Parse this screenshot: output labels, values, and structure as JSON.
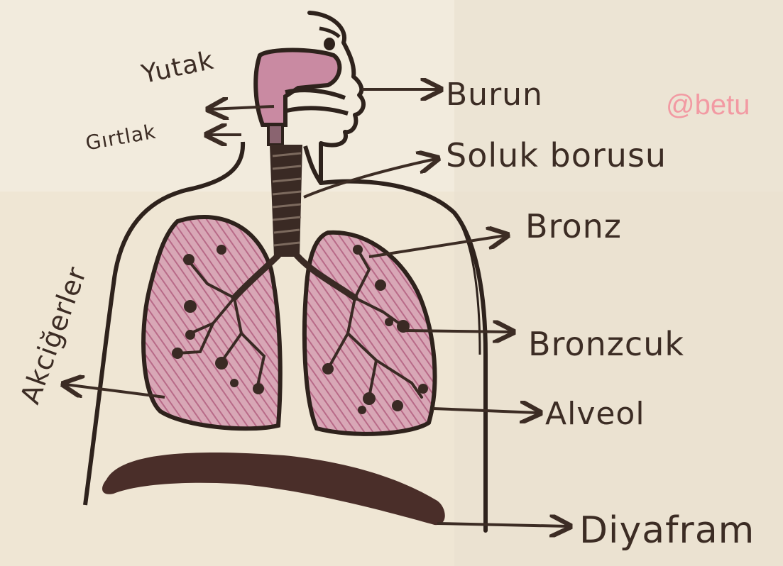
{
  "labels": {
    "burun": "Burun",
    "soluk_borusu": "Soluk borusu",
    "bronz": "Bronz",
    "bronzcuk": "Bronzcuk",
    "alveol": "Alveol",
    "diyafram": "Diyafram",
    "yutak": "Yutak",
    "girtlak": "Gırtlak",
    "akcigerler": "Akciğerler"
  },
  "watermark": "@betu",
  "colors": {
    "paper": "#efe6d4",
    "ink": "#3c2c24",
    "lung_fill": "#c98aa2",
    "diaphragm": "#4a2e29",
    "watermark": "#f29aa3"
  }
}
